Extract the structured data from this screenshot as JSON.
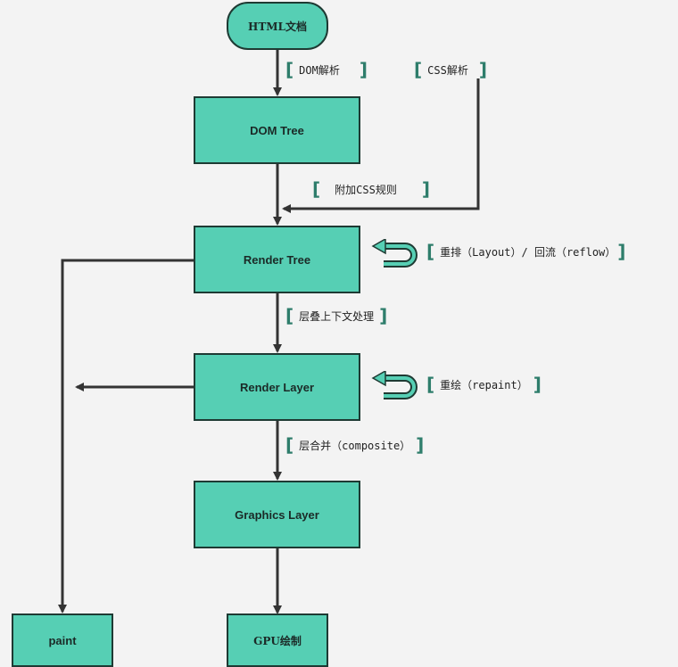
{
  "nodes": {
    "html_doc": "HTML文档",
    "dom_tree": "DOM Tree",
    "render_tree": "Render Tree",
    "render_layer": "Render Layer",
    "graphics_layer": "Graphics Layer",
    "paint": "paint",
    "gpu": "GPU绘制"
  },
  "labels": {
    "dom_parse": "DOM解析",
    "css_parse": "CSS解析",
    "attach_css": "附加CSS规则",
    "reflow": "重排（Layout）/ 回流（reflow）",
    "stacking": "层叠上下文处理",
    "repaint": "重绘（repaint）",
    "composite": "层合并（composite）"
  },
  "colors": {
    "node_fill": "#56cfb4",
    "node_border": "#1e3a33",
    "arrow": "#333333",
    "bracket": "#2e7d6b",
    "background": "#f3f3f3"
  }
}
